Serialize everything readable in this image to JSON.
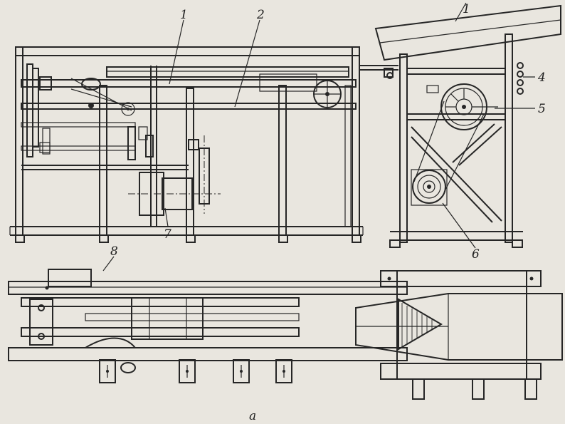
{
  "background_text": {
    "lines": [
      "",
      "",
      "",
      "",
      "",
      "",
      "",
      "",
      "",
      "",
      "",
      "",
      "",
      "",
      ""
    ]
  },
  "labels": {
    "l1_top": "1",
    "l1_right": "1",
    "l2": "2",
    "l4": "4",
    "l5": "5",
    "l6": "6",
    "l7": "7",
    "l8": "8",
    "caption": "а"
  }
}
